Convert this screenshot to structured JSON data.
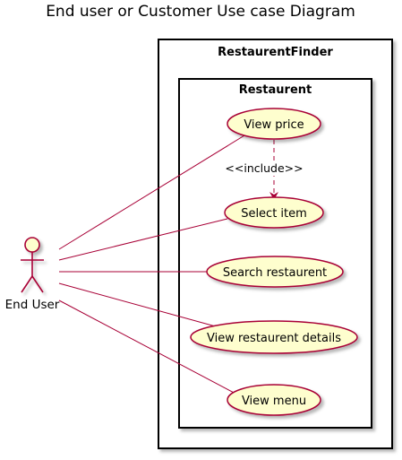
{
  "title": "End user or Customer Use case Diagram",
  "outer_package": {
    "label": "RestaurentFinder"
  },
  "inner_package": {
    "label": "Restaurent"
  },
  "actor": {
    "label": "End User"
  },
  "use_cases": [
    {
      "id": "view-price",
      "label": "View price"
    },
    {
      "id": "select-item",
      "label": "Select item"
    },
    {
      "id": "search-restaurent",
      "label": "Search restaurent"
    },
    {
      "id": "view-restaurent-details",
      "label": "View restaurent details"
    },
    {
      "id": "view-menu",
      "label": "View menu"
    }
  ],
  "include_relation": {
    "from": "view-price",
    "to": "select-item",
    "label": "<<include>>"
  },
  "colors": {
    "usecase_fill": "#FEFECE",
    "usecase_stroke": "#A80036",
    "association": "#A80036",
    "frame": "#000000"
  }
}
